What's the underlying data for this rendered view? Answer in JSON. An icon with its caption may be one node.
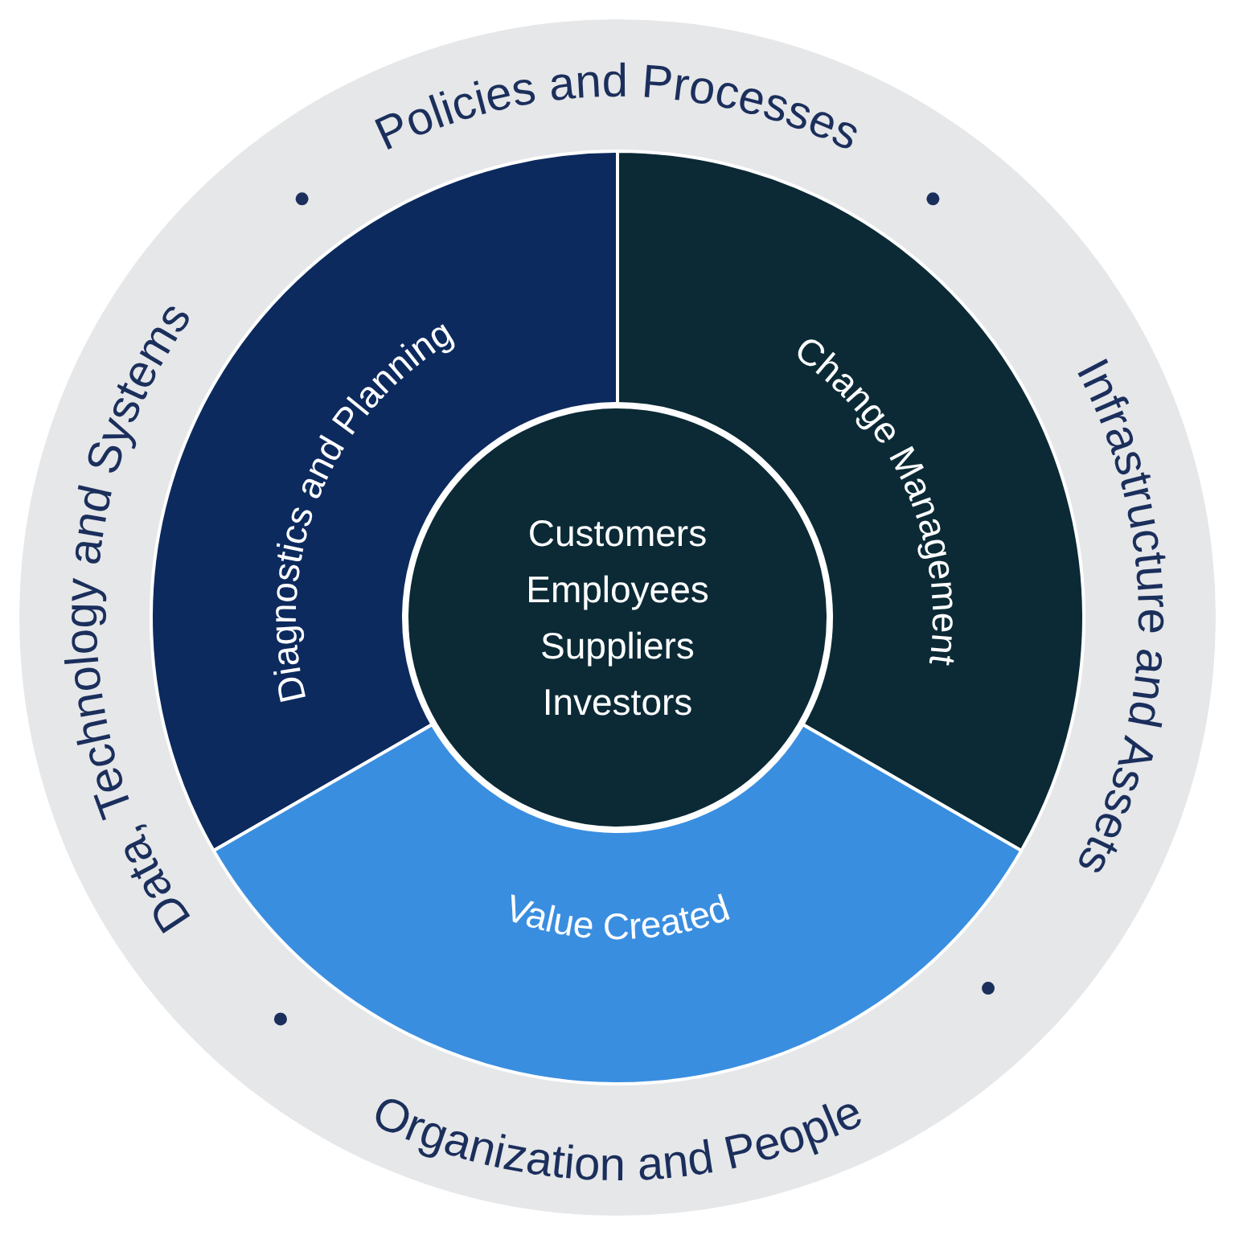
{
  "diagram": {
    "nodes": [
      {
        "text": [
          "Policies and Processes",
          "Infrastructure and Assets",
          "Organization and People",
          "Data, Technology and Systems"
        ]
      },
      {
        "text": [
          "Diagnostics and Planning"
        ],
        "in": 0
      },
      {
        "text": [
          "Change Management"
        ],
        "in": 0
      },
      {
        "text": [
          "Value Created"
        ],
        "in": 0
      },
      {
        "text": [
          "Customers",
          "Employees",
          "Suppliers",
          "Investors"
        ],
        "in": 0
      }
    ]
  }
}
